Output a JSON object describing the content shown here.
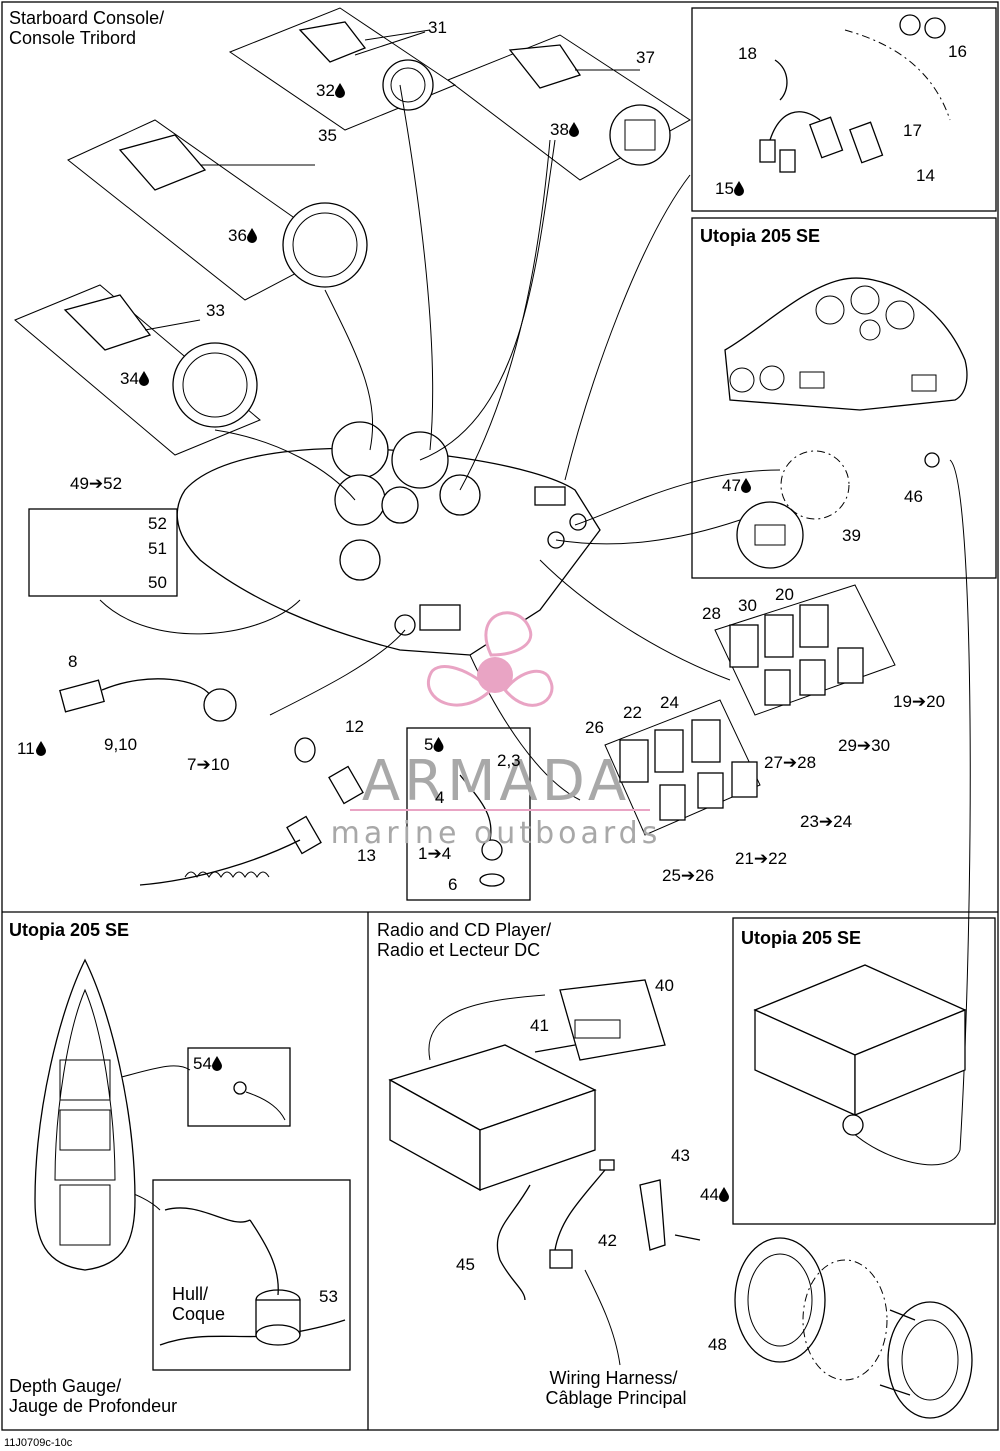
{
  "sections": {
    "starboard_console": "Starboard Console/\nConsole Tribord",
    "utopia_top": "Utopia 205 SE",
    "utopia_left": "Utopia 205 SE",
    "radio": "Radio and CD Player/\nRadio et Lecteur DC",
    "utopia_right": "Utopia 205 SE",
    "depth_gauge": "Depth Gauge/\nJauge de Profondeur",
    "hull": "Hull/\nCoque",
    "wiring_harness": "Wiring Harness/\nCâblage Principal"
  },
  "watermark": {
    "brand": "ARMADA",
    "tagline": "marine outboards",
    "accent_color": "#e9a4c4"
  },
  "footer_code": "11J0709c-10c",
  "callouts": [
    "31",
    "32",
    "37",
    "38",
    "35",
    "36",
    "33",
    "34",
    "18",
    "16",
    "17",
    "14",
    "15",
    "49➔52",
    "52",
    "51",
    "50",
    "47",
    "46",
    "39",
    "28",
    "30",
    "20",
    "19➔20",
    "29➔30",
    "27➔28",
    "8",
    "11",
    "9,10",
    "7➔10",
    "12",
    "13",
    "5",
    "2,3",
    "4",
    "1➔4",
    "6",
    "22",
    "24",
    "26",
    "23➔24",
    "21➔22",
    "25➔26",
    "54",
    "53",
    "40",
    "41",
    "43",
    "44",
    "42",
    "45",
    "48"
  ]
}
